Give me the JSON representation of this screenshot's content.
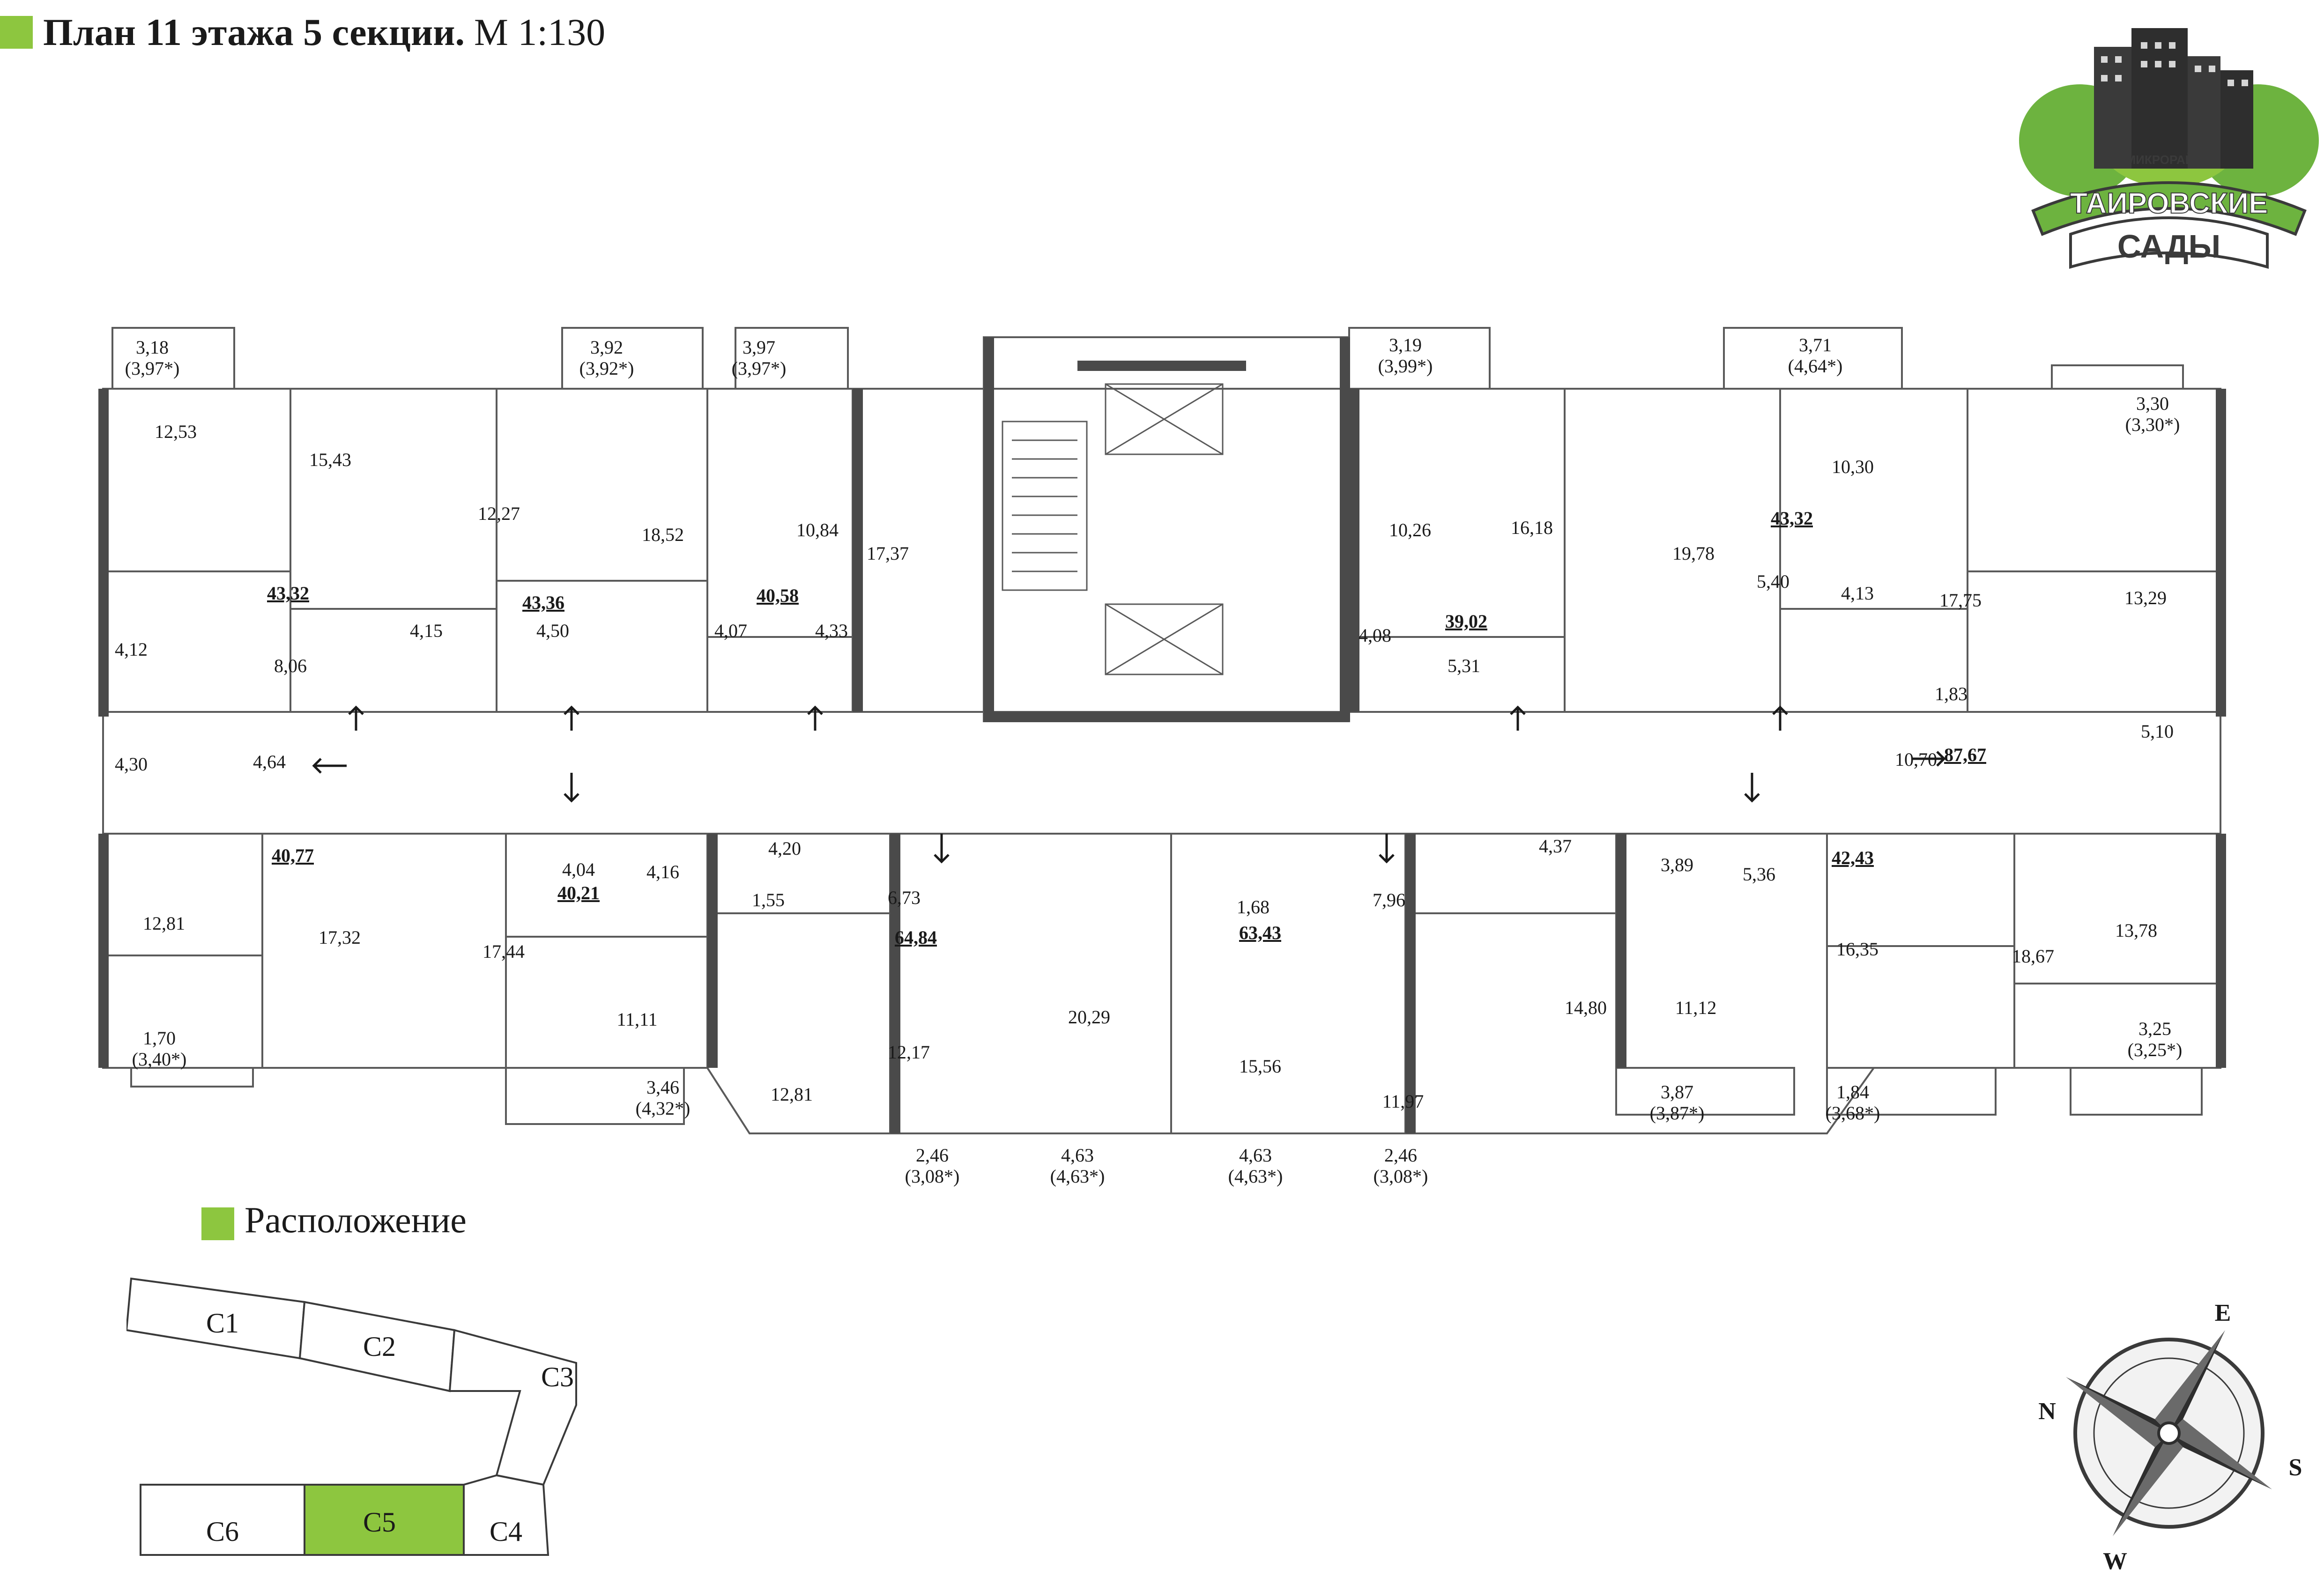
{
  "header": {
    "title": "План 11 этажа 5 секции.",
    "scale": "М 1:130"
  },
  "logo": {
    "top_text": "МИКРОРАЙОН",
    "line1": "ТАИРОВСКИЕ",
    "line2": "САДЫ",
    "green": "#6db33f",
    "dark": "#3a3a3a"
  },
  "colors": {
    "accent": "#8dc63f",
    "wall": "#4a4a4a",
    "line": "#5a5a5a"
  },
  "apartments": [
    {
      "area": "43,32"
    },
    {
      "area": "43,36"
    },
    {
      "area": "40,58"
    },
    {
      "area": "39,02"
    },
    {
      "area": "43,32"
    },
    {
      "area": "87,67"
    },
    {
      "area": "40,77"
    },
    {
      "area": "40,21"
    },
    {
      "area": "64,84"
    },
    {
      "area": "63,43"
    },
    {
      "area": "42,43"
    }
  ],
  "rooms": [
    "3,18",
    "(3,97*)",
    "12,53",
    "15,43",
    "4,12",
    "8,06",
    "3,92",
    "(3,92*)",
    "12,27",
    "18,52",
    "4,15",
    "4,50",
    "3,97",
    "(3,97*)",
    "10,84",
    "17,37",
    "4,07",
    "4,33",
    "3,19",
    "(3,99*)",
    "10,26",
    "16,18",
    "4,08",
    "5,31",
    "19,78",
    "3,71",
    "(4,64*)",
    "10,30",
    "5,40",
    "4,13",
    "3,30",
    "(3,30*)",
    "17,75",
    "13,29",
    "1,83",
    "5,10",
    "10,70",
    "4,30",
    "4,64",
    "12,81",
    "17,32",
    "17,44",
    "1,70",
    "(3,40*)",
    "4,04",
    "4,16",
    "4,20",
    "1,55",
    "6,73",
    "11,11",
    "12,81",
    "3,46",
    "(4,32*)",
    "12,17",
    "20,29",
    "2,46",
    "(3,08*)",
    "4,63",
    "(4,63*)",
    "1,68",
    "15,56",
    "4,63",
    "(4,63*)",
    "7,96",
    "11,97",
    "2,46",
    "(3,08*)",
    "14,80",
    "4,37",
    "3,89",
    "11,12",
    "5,36",
    "3,87",
    "(3,87*)",
    "16,35",
    "1,84",
    "(3,68*)",
    "18,67",
    "13,78",
    "3,25",
    "(3,25*)"
  ],
  "location": {
    "title": "Расположение",
    "sections": [
      "С1",
      "С2",
      "С3",
      "С4",
      "С5",
      "С6"
    ],
    "highlight": "С5"
  },
  "compass": {
    "n": "N",
    "e": "E",
    "s": "S",
    "w": "W"
  }
}
